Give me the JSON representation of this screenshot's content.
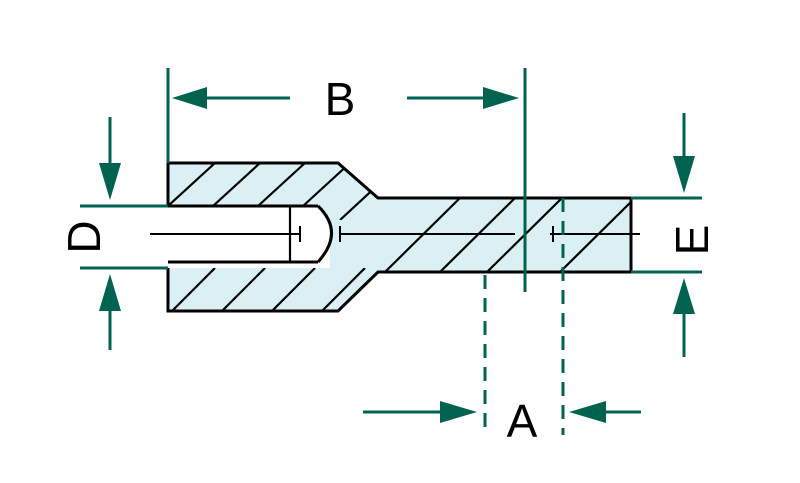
{
  "colors": {
    "dimension": "#00634f",
    "outline": "#000000",
    "fill": "#daf0f5",
    "background": "#ffffff"
  },
  "labels": {
    "B": "B",
    "D": "D",
    "E": "E",
    "A": "A"
  }
}
